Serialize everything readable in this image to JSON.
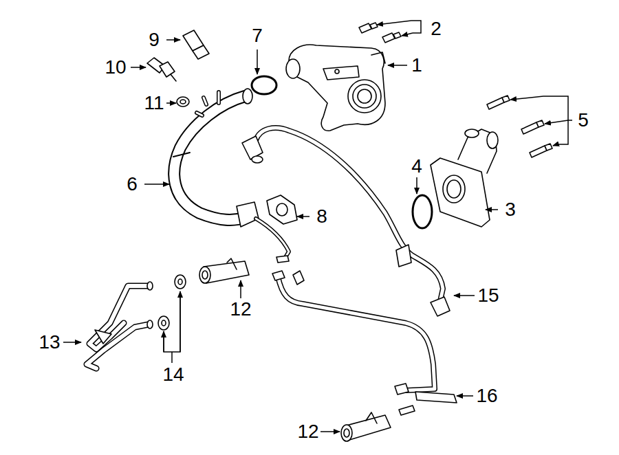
{
  "diagram": {
    "labels": [
      "9",
      "7",
      "2",
      "1",
      "10",
      "11",
      "5",
      "4",
      "6",
      "8",
      "3",
      "15",
      "12",
      "13",
      "14",
      "16",
      "12"
    ]
  }
}
